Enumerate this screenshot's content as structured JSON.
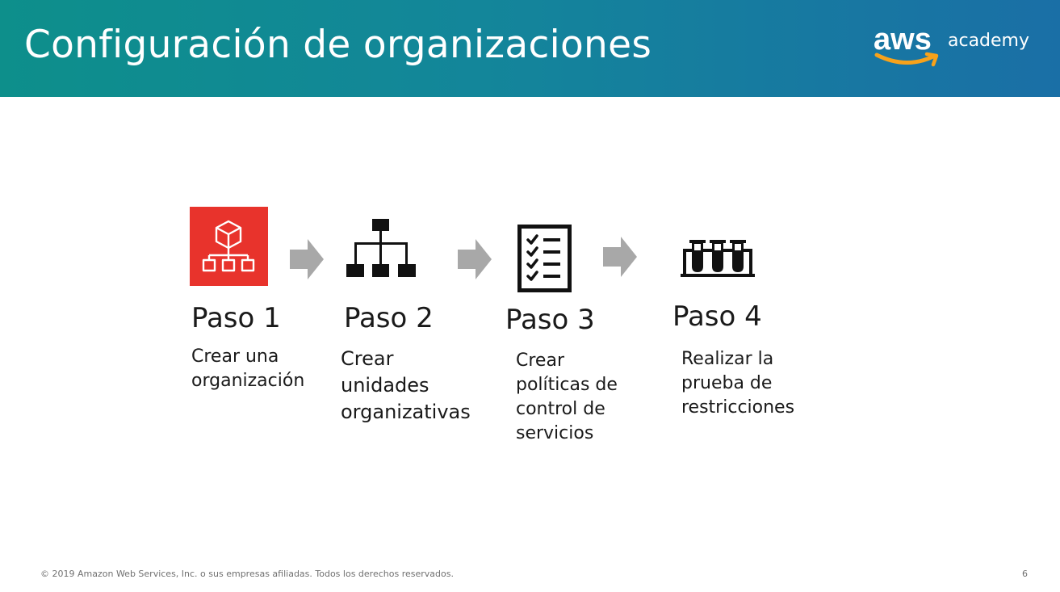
{
  "header": {
    "title": "Configuración de organizaciones",
    "logo_brand": "aws",
    "logo_product": "academy",
    "background_colors": [
      "#0d8f8b",
      "#1a6fa6"
    ]
  },
  "steps": [
    {
      "label": "Paso 1",
      "description": [
        "Crear una",
        "organización"
      ],
      "icon": "aws-organizations-icon",
      "icon_color": "#e8332c"
    },
    {
      "label": "Paso 2",
      "description": [
        "Crear",
        "unidades",
        "organizativas"
      ],
      "icon": "org-hierarchy-icon"
    },
    {
      "label": "Paso 3",
      "description": [
        "Crear",
        "políticas de",
        "control de",
        "servicios"
      ],
      "icon": "checklist-icon"
    },
    {
      "label": "Paso 4",
      "description": [
        "Realizar la",
        "prueba de",
        "restricciones"
      ],
      "icon": "test-tubes-icon"
    }
  ],
  "arrow_color": "#a8a8a8",
  "footer": {
    "copyright": "© 2019 Amazon Web Services, Inc. o sus empresas afiliadas. Todos los derechos reservados.",
    "page_number": "6"
  }
}
